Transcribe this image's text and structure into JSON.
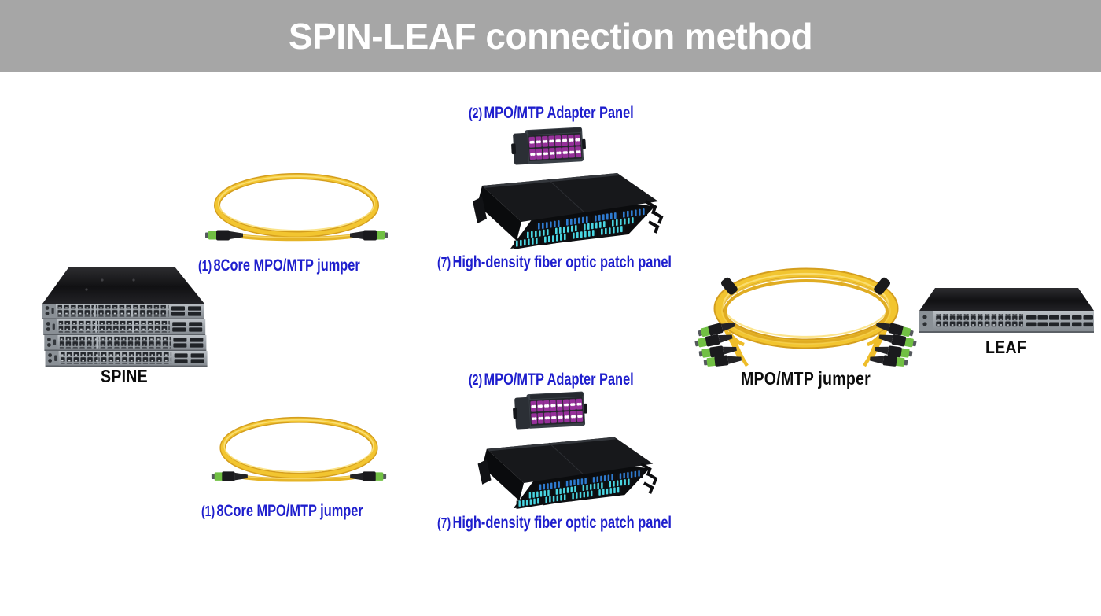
{
  "header": {
    "title": "SPIN-LEAF connection method"
  },
  "colors": {
    "header_bg": "#a6a6a6",
    "header_text": "#ffffff",
    "caption_blue": "#1e1ecd",
    "device_label_black": "#0c0c0c",
    "fiber_cable_yellow": "#f2c530",
    "mpo_connector_green": "#71c043",
    "adapter_purple": "#96309a",
    "adapter_cyan": "#49d6e2",
    "switch_face_gray": "#9ea4aa",
    "chassis_black": "#141518"
  },
  "captions": {
    "jumper_top": {
      "index": "(1)",
      "label": "8Core MPO/MTP jumper"
    },
    "adapter_top": {
      "index": "(2)",
      "label": "MPO/MTP Adapter Panel"
    },
    "patch_top": {
      "index": "(7)",
      "label": "High-density fiber optic patch panel"
    },
    "jumper_bottom": {
      "index": "(1)",
      "label": "8Core MPO/MTP jumper"
    },
    "adapter_bottom": {
      "index": "(2)",
      "label": "MPO/MTP Adapter Panel"
    },
    "patch_bottom": {
      "index": "(7)",
      "label": "High-density fiber optic patch panel"
    },
    "spine": {
      "label": "SPINE"
    },
    "leaf": {
      "label": "LEAF"
    },
    "trunk_jumper": {
      "label": "MPO/MTP jumper"
    }
  }
}
